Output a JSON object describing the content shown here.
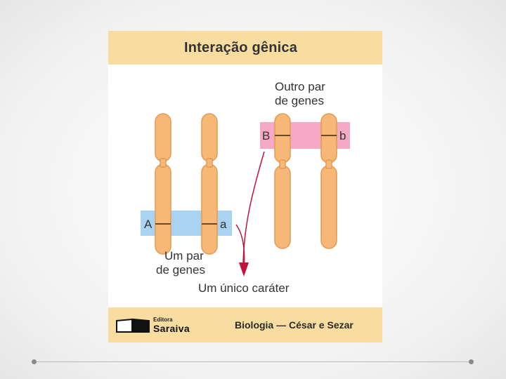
{
  "figure": {
    "title": "Interação gênica",
    "labels": {
      "other_pair_line1": "Outro par",
      "other_pair_line2": "de genes",
      "allele_B": "B",
      "allele_b": "b",
      "allele_A": "A",
      "allele_a": "a",
      "one_pair_line1": "Um par",
      "one_pair_line2": "de genes",
      "single_trait": "Um único caráter"
    },
    "footer": {
      "publisher_small": "Editora",
      "publisher_name": "Saraiva",
      "credit": "Biologia — César e Sezar"
    }
  },
  "colors": {
    "header_bg": "#f9dc9f",
    "chromosome_fill": "#f7b877",
    "chromosome_stroke": "#e29a52",
    "band_blue": "#a9d3f0",
    "band_pink": "#f5a9c4",
    "arrow": "#c2123c"
  },
  "icons": [
    "book-icon"
  ]
}
